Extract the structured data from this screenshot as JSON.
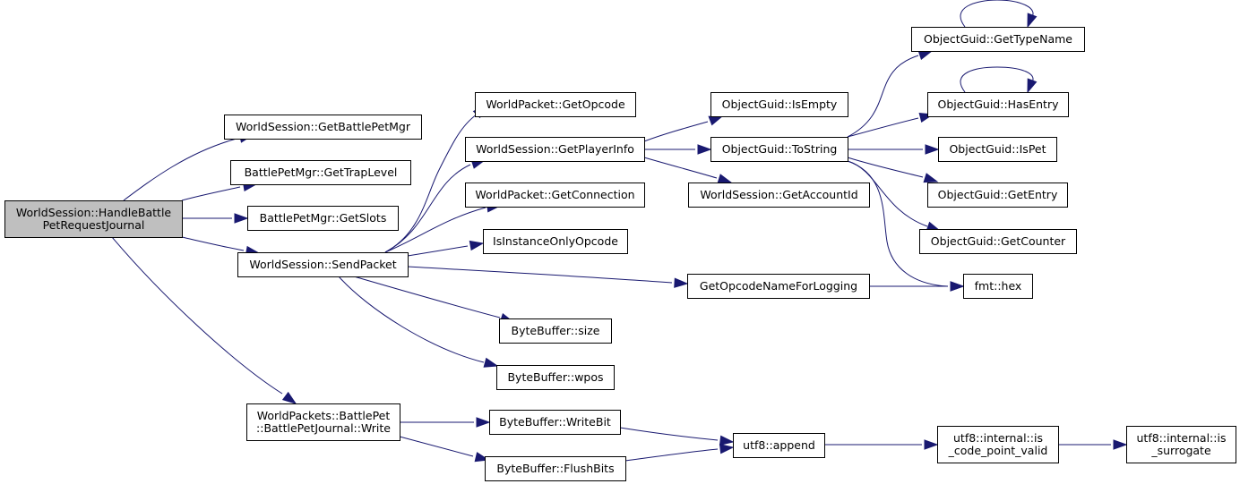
{
  "graph": {
    "edge_color": "#191970",
    "root_fill": "#bfbfbf",
    "nodes": [
      {
        "id": "root",
        "lines": [
          "WorldSession::HandleBattle",
          "PetRequestJournal"
        ],
        "root": true
      },
      {
        "id": "getBattlePetMgr",
        "lines": [
          "WorldSession::GetBattlePetMgr"
        ]
      },
      {
        "id": "getTrapLevel",
        "lines": [
          "BattlePetMgr::GetTrapLevel"
        ]
      },
      {
        "id": "getSlots",
        "lines": [
          "BattlePetMgr::GetSlots"
        ]
      },
      {
        "id": "sendPacket",
        "lines": [
          "WorldSession::SendPacket"
        ]
      },
      {
        "id": "journalWrite",
        "lines": [
          "WorldPackets::BattlePet",
          "::BattlePetJournal::Write"
        ]
      },
      {
        "id": "getOpcode",
        "lines": [
          "WorldPacket::GetOpcode"
        ]
      },
      {
        "id": "getPlayerInfo",
        "lines": [
          "WorldSession::GetPlayerInfo"
        ]
      },
      {
        "id": "getConnection",
        "lines": [
          "WorldPacket::GetConnection"
        ]
      },
      {
        "id": "isInstanceOnly",
        "lines": [
          "IsInstanceOnlyOpcode"
        ]
      },
      {
        "id": "getOpcodeName",
        "lines": [
          "GetOpcodeNameForLogging"
        ]
      },
      {
        "id": "bbSize",
        "lines": [
          "ByteBuffer::size"
        ]
      },
      {
        "id": "bbWpos",
        "lines": [
          "ByteBuffer::wpos"
        ]
      },
      {
        "id": "bbWriteBit",
        "lines": [
          "ByteBuffer::WriteBit"
        ]
      },
      {
        "id": "bbFlushBits",
        "lines": [
          "ByteBuffer::FlushBits"
        ]
      },
      {
        "id": "isEmpty",
        "lines": [
          "ObjectGuid::IsEmpty"
        ]
      },
      {
        "id": "toString",
        "lines": [
          "ObjectGuid::ToString"
        ]
      },
      {
        "id": "getAccountId",
        "lines": [
          "WorldSession::GetAccountId"
        ]
      },
      {
        "id": "getTypeName",
        "lines": [
          "ObjectGuid::GetTypeName"
        ]
      },
      {
        "id": "hasEntry",
        "lines": [
          "ObjectGuid::HasEntry"
        ]
      },
      {
        "id": "isPet",
        "lines": [
          "ObjectGuid::IsPet"
        ]
      },
      {
        "id": "getEntry",
        "lines": [
          "ObjectGuid::GetEntry"
        ]
      },
      {
        "id": "getCounter",
        "lines": [
          "ObjectGuid::GetCounter"
        ]
      },
      {
        "id": "fmtHex",
        "lines": [
          "fmt::hex"
        ]
      },
      {
        "id": "utf8Append",
        "lines": [
          "utf8::append"
        ]
      },
      {
        "id": "isCodePointValid",
        "lines": [
          "utf8::internal::is",
          "_code_point_valid"
        ]
      },
      {
        "id": "isSurrogate",
        "lines": [
          "utf8::internal::is",
          "_surrogate"
        ]
      }
    ],
    "edges": [
      {
        "from": "root",
        "to": "getBattlePetMgr"
      },
      {
        "from": "root",
        "to": "getTrapLevel"
      },
      {
        "from": "root",
        "to": "getSlots"
      },
      {
        "from": "root",
        "to": "sendPacket"
      },
      {
        "from": "root",
        "to": "journalWrite"
      },
      {
        "from": "sendPacket",
        "to": "getOpcode"
      },
      {
        "from": "sendPacket",
        "to": "getPlayerInfo"
      },
      {
        "from": "sendPacket",
        "to": "getConnection"
      },
      {
        "from": "sendPacket",
        "to": "isInstanceOnly"
      },
      {
        "from": "sendPacket",
        "to": "getOpcodeName"
      },
      {
        "from": "sendPacket",
        "to": "bbSize"
      },
      {
        "from": "sendPacket",
        "to": "bbWpos"
      },
      {
        "from": "getPlayerInfo",
        "to": "isEmpty"
      },
      {
        "from": "getPlayerInfo",
        "to": "toString"
      },
      {
        "from": "getPlayerInfo",
        "to": "getAccountId"
      },
      {
        "from": "toString",
        "to": "getTypeName"
      },
      {
        "from": "toString",
        "to": "hasEntry"
      },
      {
        "from": "toString",
        "to": "isPet"
      },
      {
        "from": "toString",
        "to": "getEntry"
      },
      {
        "from": "toString",
        "to": "getCounter"
      },
      {
        "from": "toString",
        "to": "fmtHex"
      },
      {
        "from": "getTypeName",
        "to": "getTypeName"
      },
      {
        "from": "hasEntry",
        "to": "hasEntry"
      },
      {
        "from": "getOpcodeName",
        "to": "fmtHex"
      },
      {
        "from": "journalWrite",
        "to": "bbWriteBit"
      },
      {
        "from": "journalWrite",
        "to": "bbFlushBits"
      },
      {
        "from": "bbWriteBit",
        "to": "utf8Append"
      },
      {
        "from": "bbFlushBits",
        "to": "utf8Append"
      },
      {
        "from": "utf8Append",
        "to": "isCodePointValid"
      },
      {
        "from": "isCodePointValid",
        "to": "isSurrogate"
      }
    ]
  }
}
